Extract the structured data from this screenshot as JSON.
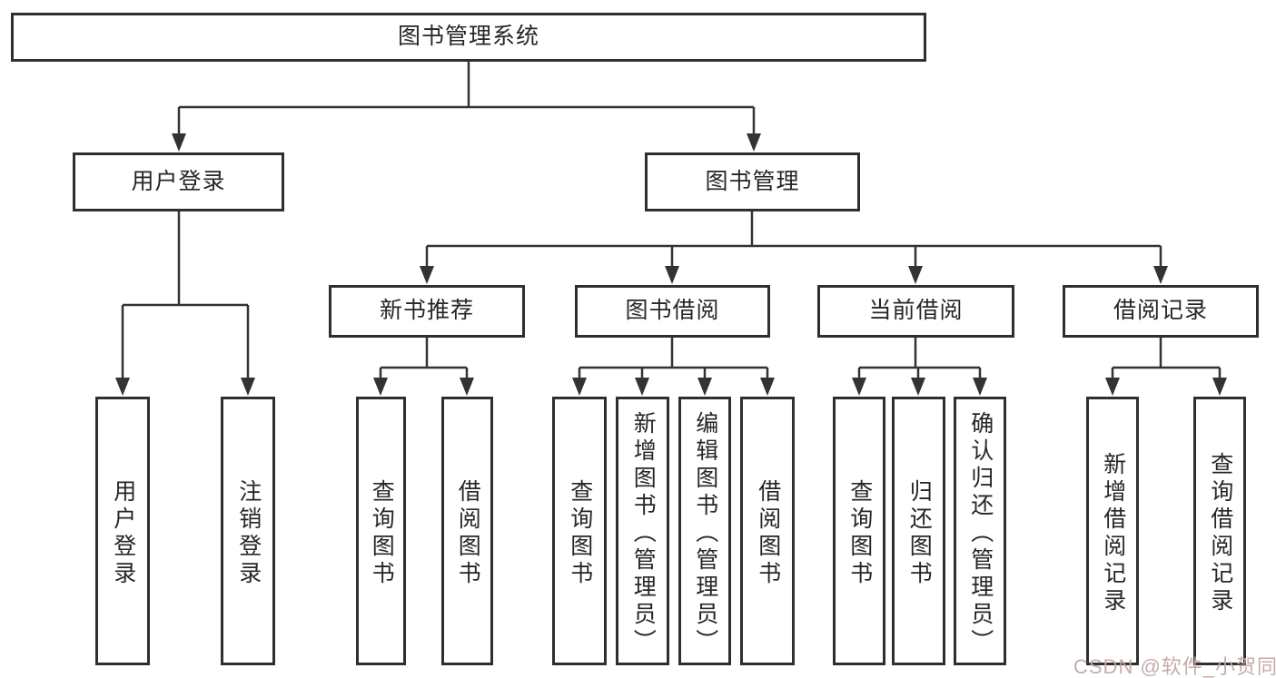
{
  "diagram": {
    "root": {
      "label": "图书管理系统"
    },
    "children": [
      {
        "label": "用户登录",
        "children": [
          {
            "label": "用户登录"
          },
          {
            "label": "注销登录"
          }
        ]
      },
      {
        "label": "图书管理",
        "children": [
          {
            "label": "新书推荐",
            "children": [
              {
                "label": "查询图书"
              },
              {
                "label": "借阅图书"
              }
            ]
          },
          {
            "label": "图书借阅",
            "children": [
              {
                "label": "查询图书"
              },
              {
                "label": "新增图书（管理员）"
              },
              {
                "label": "编辑图书（管理员）"
              },
              {
                "label": "借阅图书"
              }
            ]
          },
          {
            "label": "当前借阅",
            "children": [
              {
                "label": "查询图书"
              },
              {
                "label": "归还图书"
              },
              {
                "label": "确认归还（管理员）"
              }
            ]
          },
          {
            "label": "借阅记录",
            "children": [
              {
                "label": "新增借阅记录"
              },
              {
                "label": "查询借阅记录"
              }
            ]
          }
        ]
      }
    ]
  },
  "watermark": {
    "text": "CSDN @软件_小贺同学"
  },
  "colors": {
    "line": "#333333",
    "box_border": "#2f2f2f",
    "text": "#262626",
    "background": "#ffffff",
    "watermark": "#c4a7a7"
  }
}
